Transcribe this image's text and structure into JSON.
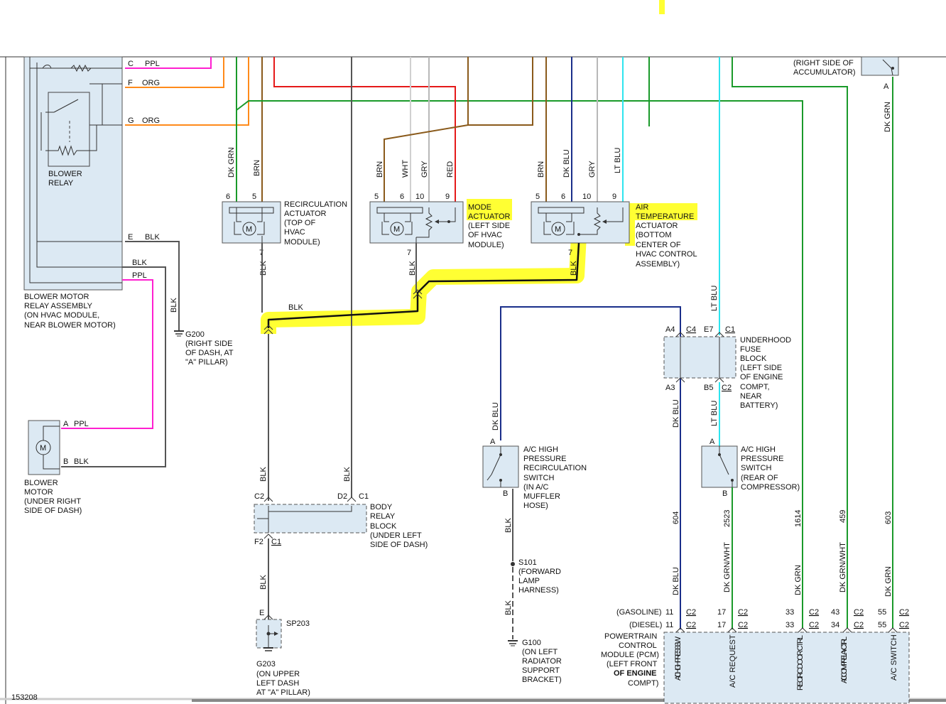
{
  "colors": {
    "ppl": "#ff1fd0",
    "org": "#ff8a1a",
    "red": "#e51919",
    "brn": "#8a5a1b",
    "gry": "#b8b8b8",
    "wht": "#d0d0d0",
    "dk_grn": "#1a9a2a",
    "dk_blu": "#1a2e8a",
    "lt_blu": "#2de4ee",
    "blk": "#555555",
    "highlight": "#ffff33"
  },
  "blower_relay": {
    "pin_c": "C",
    "pin_f": "F",
    "pin_g": "G",
    "pin_e": "E",
    "wire_c": "PPL",
    "wire_f": "ORG",
    "wire_g": "ORG",
    "wire_e": "BLK",
    "wire_blk2": "BLK",
    "wire_ppl2": "PPL",
    "relay_label": [
      "BLOWER",
      "RELAY"
    ],
    "assembly_label": [
      "BLOWER MOTOR",
      "RELAY ASSEMBLY",
      "(ON HVAC MODULE,",
      "NEAR BLOWER MOTOR)"
    ]
  },
  "ground_g200": {
    "wire": "BLK",
    "label": [
      "G200",
      "(RIGHT SIDE",
      "OF DASH, AT",
      "\"A\" PILLAR)"
    ]
  },
  "blower_motor": {
    "pin_a": "A",
    "pin_b": "B",
    "wire_a": "PPL",
    "wire_b": "BLK",
    "label": [
      "BLOWER",
      "MOTOR",
      "(UNDER RIGHT",
      "SIDE OF DASH)"
    ]
  },
  "recirc_actuator": {
    "wires": [
      "DK GRN",
      "BRN"
    ],
    "pins": [
      "6",
      "5"
    ],
    "pin_out": "7",
    "wire_out": "BLK",
    "label": [
      "RECIRCULATION",
      "ACTUATOR",
      "(TOP OF",
      "HVAC",
      "MODULE)"
    ]
  },
  "mode_actuator": {
    "wires": [
      "BRN",
      "WHT",
      "GRY",
      "RED"
    ],
    "pins": [
      "5",
      "6",
      "10",
      "9"
    ],
    "pin_out": "7",
    "wire_out": "BLK",
    "label": [
      "MODE",
      "ACTUATOR",
      "(LEFT SIDE",
      "OF HVAC",
      "MODULE)"
    ]
  },
  "air_temp_actuator": {
    "wires": [
      "BRN",
      "DK BLU",
      "GRY",
      "LT BLU"
    ],
    "pins": [
      "5",
      "6",
      "10",
      "9"
    ],
    "pin_out": "7",
    "wire_out": "BLK",
    "label": [
      "AIR",
      "TEMPERATURE",
      "ACTUATOR",
      "(BOTTOM",
      "CENTER OF",
      "HVAC CONTROL",
      "ASSEMBLY)"
    ]
  },
  "ground_bus": {
    "wire": "BLK"
  },
  "body_relay_block": {
    "wires": [
      "BLK",
      "BLK"
    ],
    "pins": [
      "C2",
      "D2",
      "C1",
      "F2",
      "C1"
    ],
    "wire_out": "BLK",
    "label": [
      "BODY",
      "RELAY",
      "BLOCK",
      "(UNDER LEFT",
      "SIDE OF DASH)"
    ]
  },
  "sp203": {
    "pin": "E",
    "name": "SP203",
    "label": [
      "G203",
      "(ON UPPER",
      "LEFT DASH",
      "AT \"A\" PILLAR)"
    ]
  },
  "ac_hp_recirc_switch": {
    "wire_in": "DK BLU",
    "pin_a": "A",
    "pin_b": "B",
    "wire_out": "BLK",
    "label": [
      "A/C HIGH",
      "PRESSURE",
      "RECIRCULATION",
      "SWITCH",
      "(IN A/C",
      "MUFFLER",
      "HOSE)"
    ]
  },
  "splice_s101": {
    "wire_out": "BLK",
    "label": [
      "S101",
      "(FORWARD",
      "LAMP",
      "HARNESS)"
    ]
  },
  "ground_g100": {
    "label": [
      "G100",
      "(ON LEFT",
      "RADIATOR",
      "SUPPORT",
      "BRACKET)"
    ]
  },
  "underhood_fuse_block": {
    "wire_in": "LT BLU",
    "pins_top": [
      "A4",
      "C4",
      "E7",
      "C1"
    ],
    "pins_bottom": [
      "A3",
      "B5",
      "C2"
    ],
    "label": [
      "UNDERHOOD",
      "FUSE",
      "BLOCK",
      "(LEFT SIDE",
      "OF ENGINE",
      "COMPT,",
      "NEAR",
      "BATTERY)"
    ]
  },
  "ac_hp_switch": {
    "pin_a": "A",
    "pin_b": "B",
    "label": [
      "A/C HIGH",
      "PRESSURE",
      "SWITCH",
      "(REAR OF",
      "COMPRESSOR)"
    ]
  },
  "accumulator_note": [
    "(RIGHT SIDE OF",
    "ACCUMULATOR)"
  ],
  "pin_a_right": "A",
  "right_wires": {
    "dk_blu_1": "DK BLU",
    "lt_blu_1": "LT BLU",
    "dk_grn_1": "DK GRN",
    "circuits": [
      "604",
      "2523",
      "1614",
      "459",
      "603"
    ],
    "lower": [
      "DK BLU",
      "DK GRN/WHT",
      "DK GRN",
      "DK GRN/WHT",
      "DK GRN"
    ]
  },
  "pcm": {
    "gasoline": "(GASOLINE)",
    "diesel": "(DIESEL)",
    "gas_pins": [
      "11",
      "17",
      "33",
      "43",
      "55"
    ],
    "diesel_pins": [
      "11",
      "17",
      "33",
      "34",
      "55"
    ],
    "connector": "C2",
    "label": [
      "POWERTRAIN",
      "CONTROL",
      "MODULE (PCM)",
      "(LEFT FRONT",
      "OF ENGINE",
      "COMPT)"
    ],
    "functions": [
      "A/C HIGH PRESS SW",
      "A/C REQUEST",
      "RECIRC DOOR CTRL",
      "A/C COMP RELAY CTRL",
      "A/C SWITCH"
    ]
  },
  "page_ref": "153208"
}
